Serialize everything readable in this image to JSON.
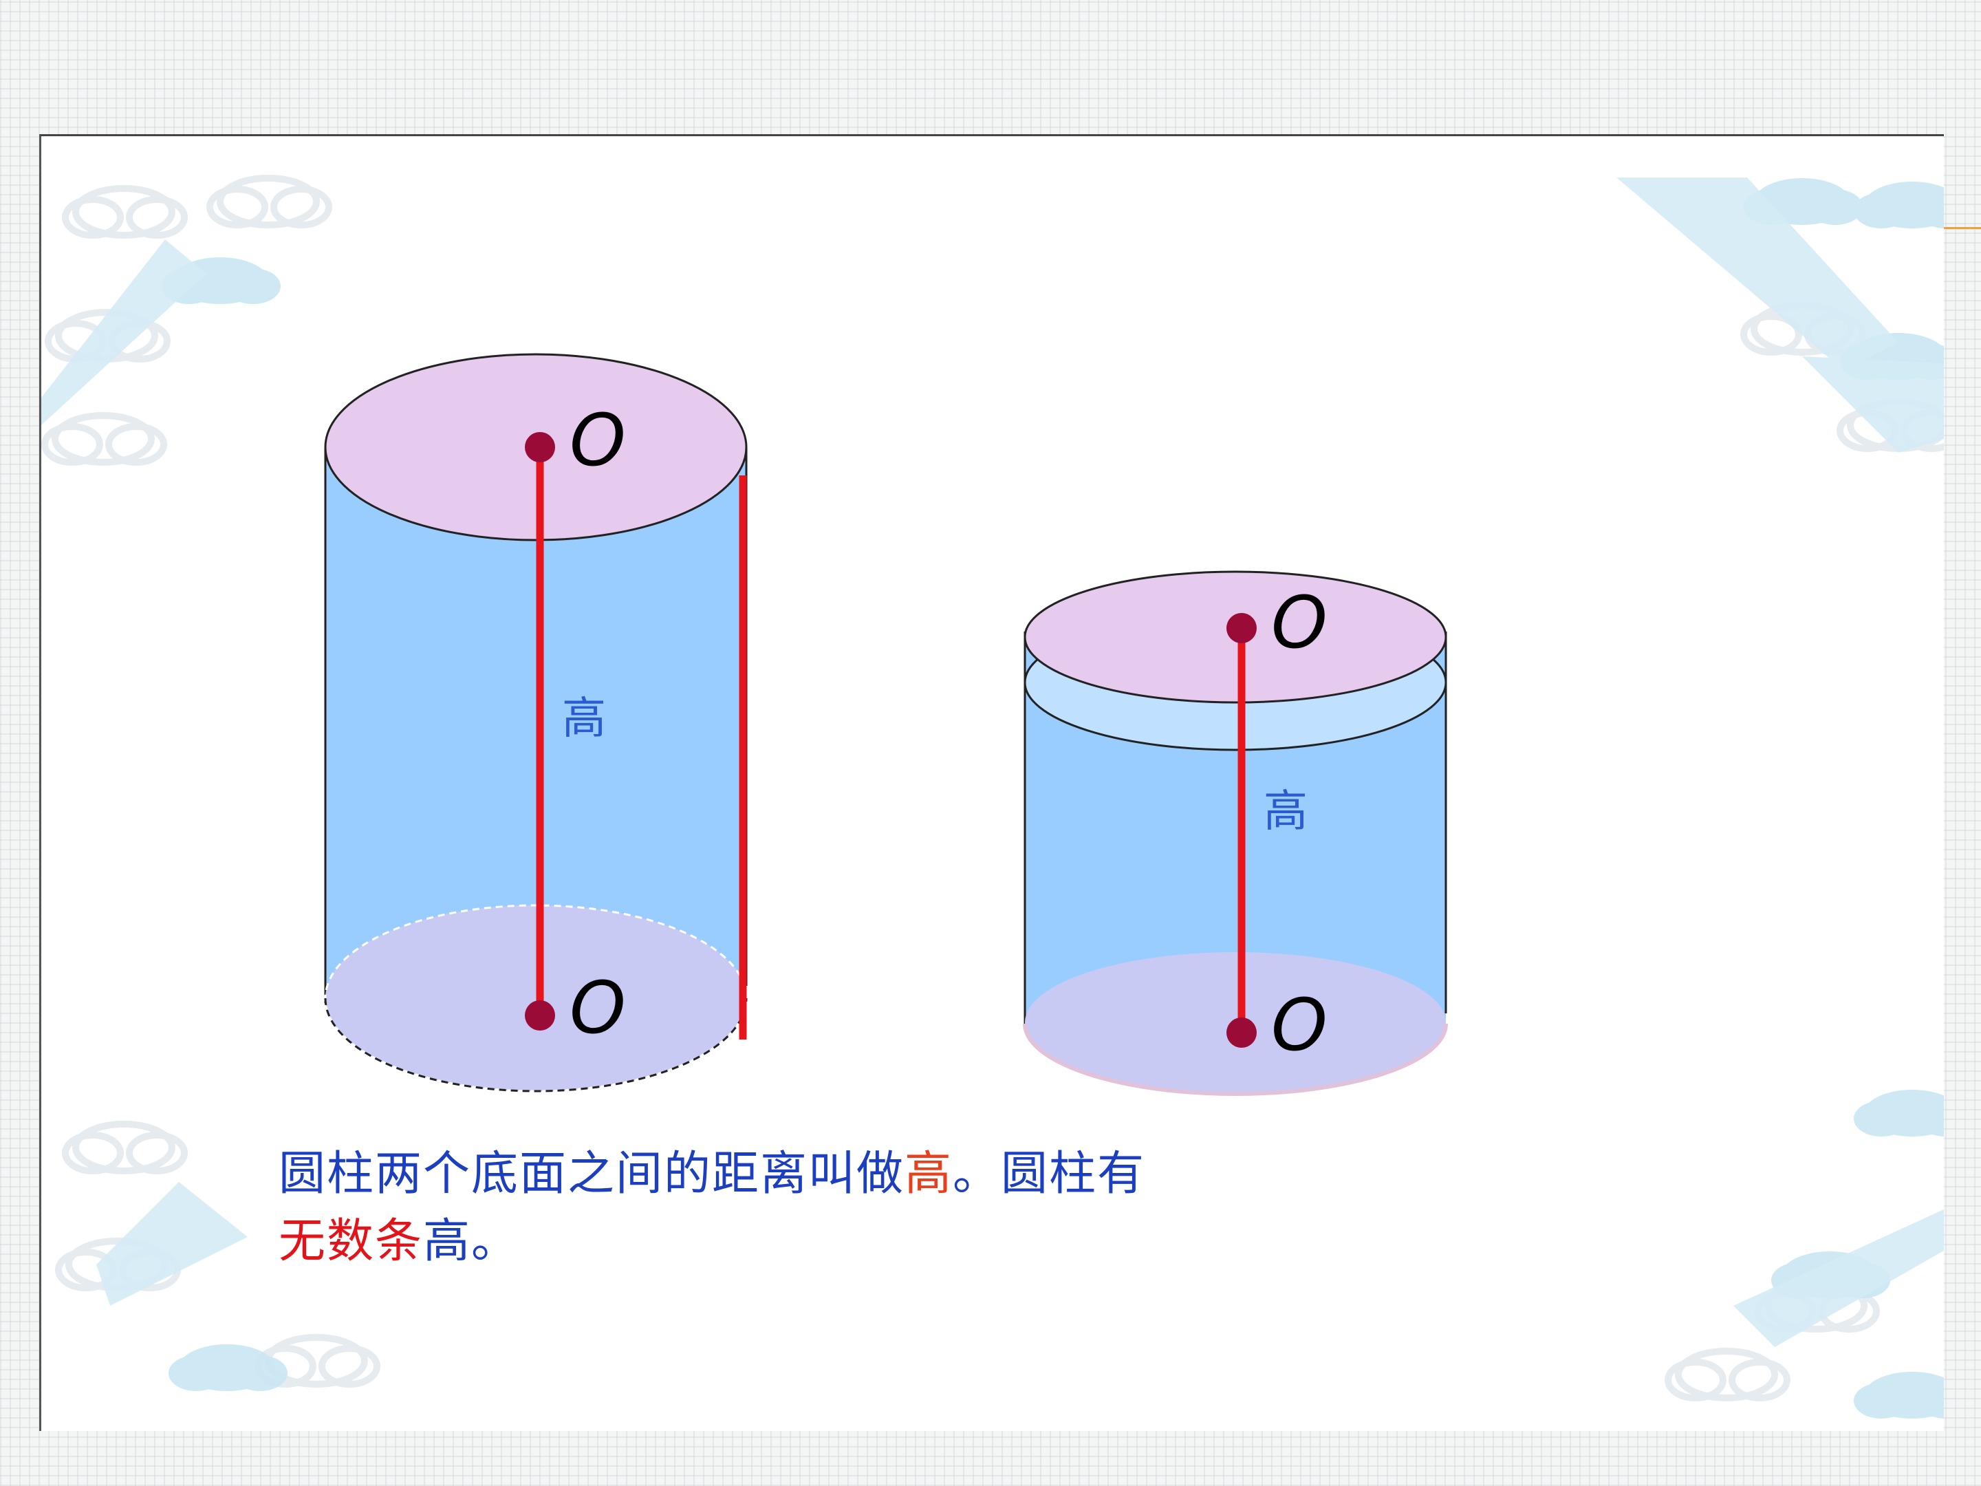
{
  "diagram": {
    "cylinder_left": {
      "top_center_label": "O",
      "bottom_center_label": "O",
      "height_label": "高"
    },
    "cylinder_right": {
      "top_center_label": "O",
      "bottom_center_label": "O",
      "height_label": "高"
    },
    "caption": {
      "part1": "圆柱两个底面之间的距离叫做",
      "highlight1": "高",
      "part2": "。圆柱有",
      "highlight2": "无数条",
      "part3": "高。"
    }
  },
  "colors": {
    "cylinder_body": "#99ccff",
    "top_face": "#e6cbef",
    "bottom_face": "#c8caf4",
    "height_line": "#e8141c",
    "center_dot": "#9a0b37",
    "caption_text": "#1b3fbf",
    "caption_highlight_orange": "#e8401d",
    "caption_highlight_red": "#e3131a"
  }
}
